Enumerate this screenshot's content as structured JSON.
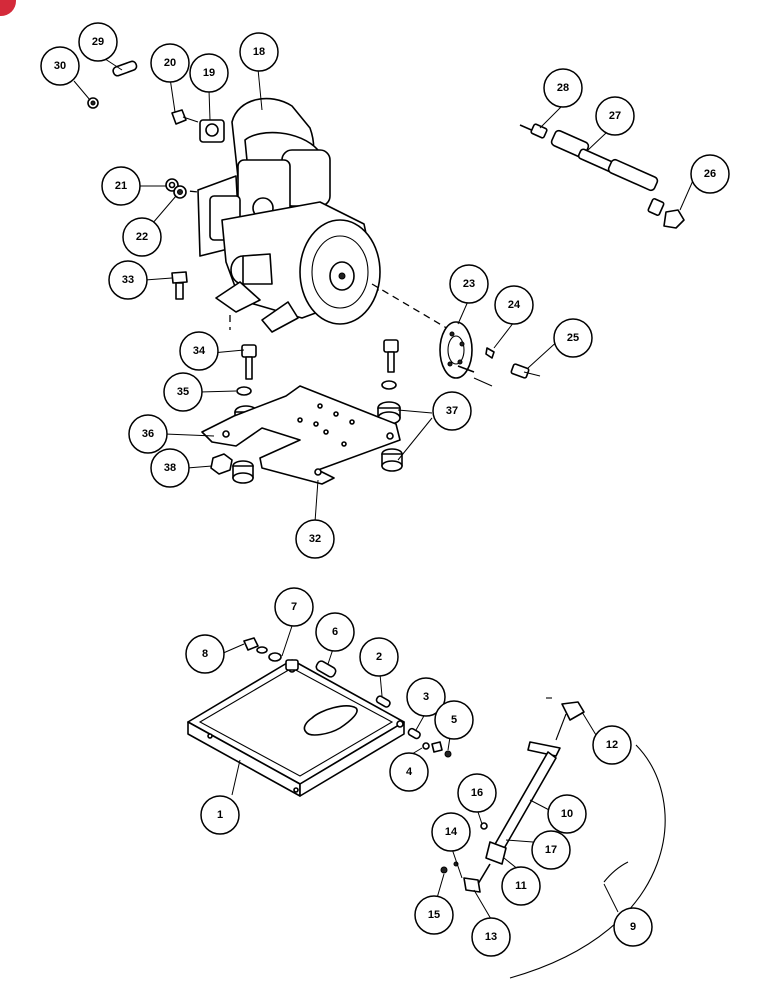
{
  "callouts": [
    "1",
    "2",
    "3",
    "4",
    "5",
    "6",
    "7",
    "8",
    "9",
    "10",
    "11",
    "12",
    "13",
    "14",
    "15",
    "16",
    "17",
    "18",
    "19",
    "20",
    "21",
    "22",
    "23",
    "24",
    "25",
    "26",
    "27",
    "28",
    "29",
    "30",
    "32",
    "33",
    "34",
    "35",
    "36",
    "37",
    "38"
  ],
  "colors": {
    "line": "#000000",
    "background": "#ffffff",
    "corner_badge": "#d42a3a"
  }
}
